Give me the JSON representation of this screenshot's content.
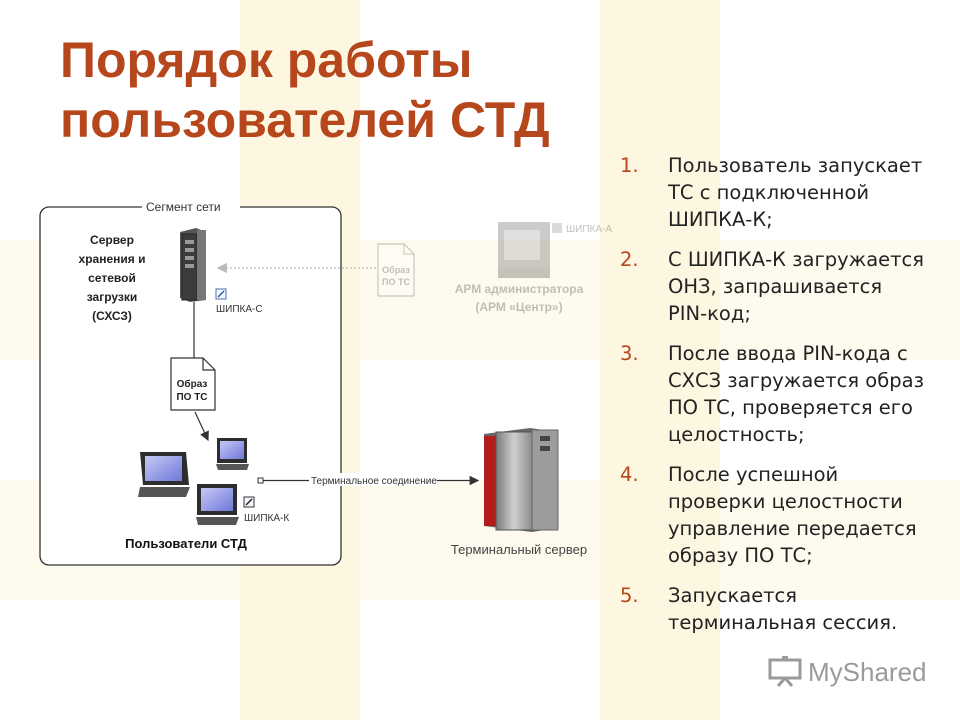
{
  "title": [
    "Порядок работы",
    "пользователей СТД"
  ],
  "steps": [
    {
      "num": "1.",
      "lines": [
        "Пользователь запускает",
        "ТС с подключенной",
        "ШИПКА-К;"
      ]
    },
    {
      "num": "2.",
      "lines": [
        "С ШИПКА-К загружается",
        "ОНЗ, запрашивается",
        "PIN-код;"
      ]
    },
    {
      "num": "3.",
      "lines": [
        "После ввода PIN-кода с",
        "СХСЗ загружается образ",
        "ПО ТС, проверяется его",
        "целостность;"
      ]
    },
    {
      "num": "4.",
      "lines": [
        "После успешной",
        "проверки целостности",
        "управление передается",
        "образу ПО ТС;"
      ]
    },
    {
      "num": "5.",
      "lines": [
        "Запускается",
        "терминальная сессия."
      ]
    }
  ],
  "diagram": {
    "segment_label": "Сегмент сети",
    "server_label": [
      "Сервер",
      "хранения и",
      "сетевой",
      "загрузки",
      "(СХСЗ)"
    ],
    "shipka_c": "ШИПКА-С",
    "image_doc": [
      "Образ",
      "ПО ТС"
    ],
    "image_doc_faded": [
      "Образ",
      "ПО ТС"
    ],
    "shipka_a": "ШИПКА-А",
    "arm_label": [
      "АРМ администратора",
      "(АРМ «Центр»)"
    ],
    "terminal_connection": "Терминальное соединение",
    "shipka_k": "ШИПКА-К",
    "users_label": "Пользователи СТД",
    "terminal_server": "Терминальный сервер"
  },
  "logo": "MyShared",
  "colors": {
    "title": "#b6461b",
    "numbers": "#b6461b",
    "text": "#222222"
  }
}
